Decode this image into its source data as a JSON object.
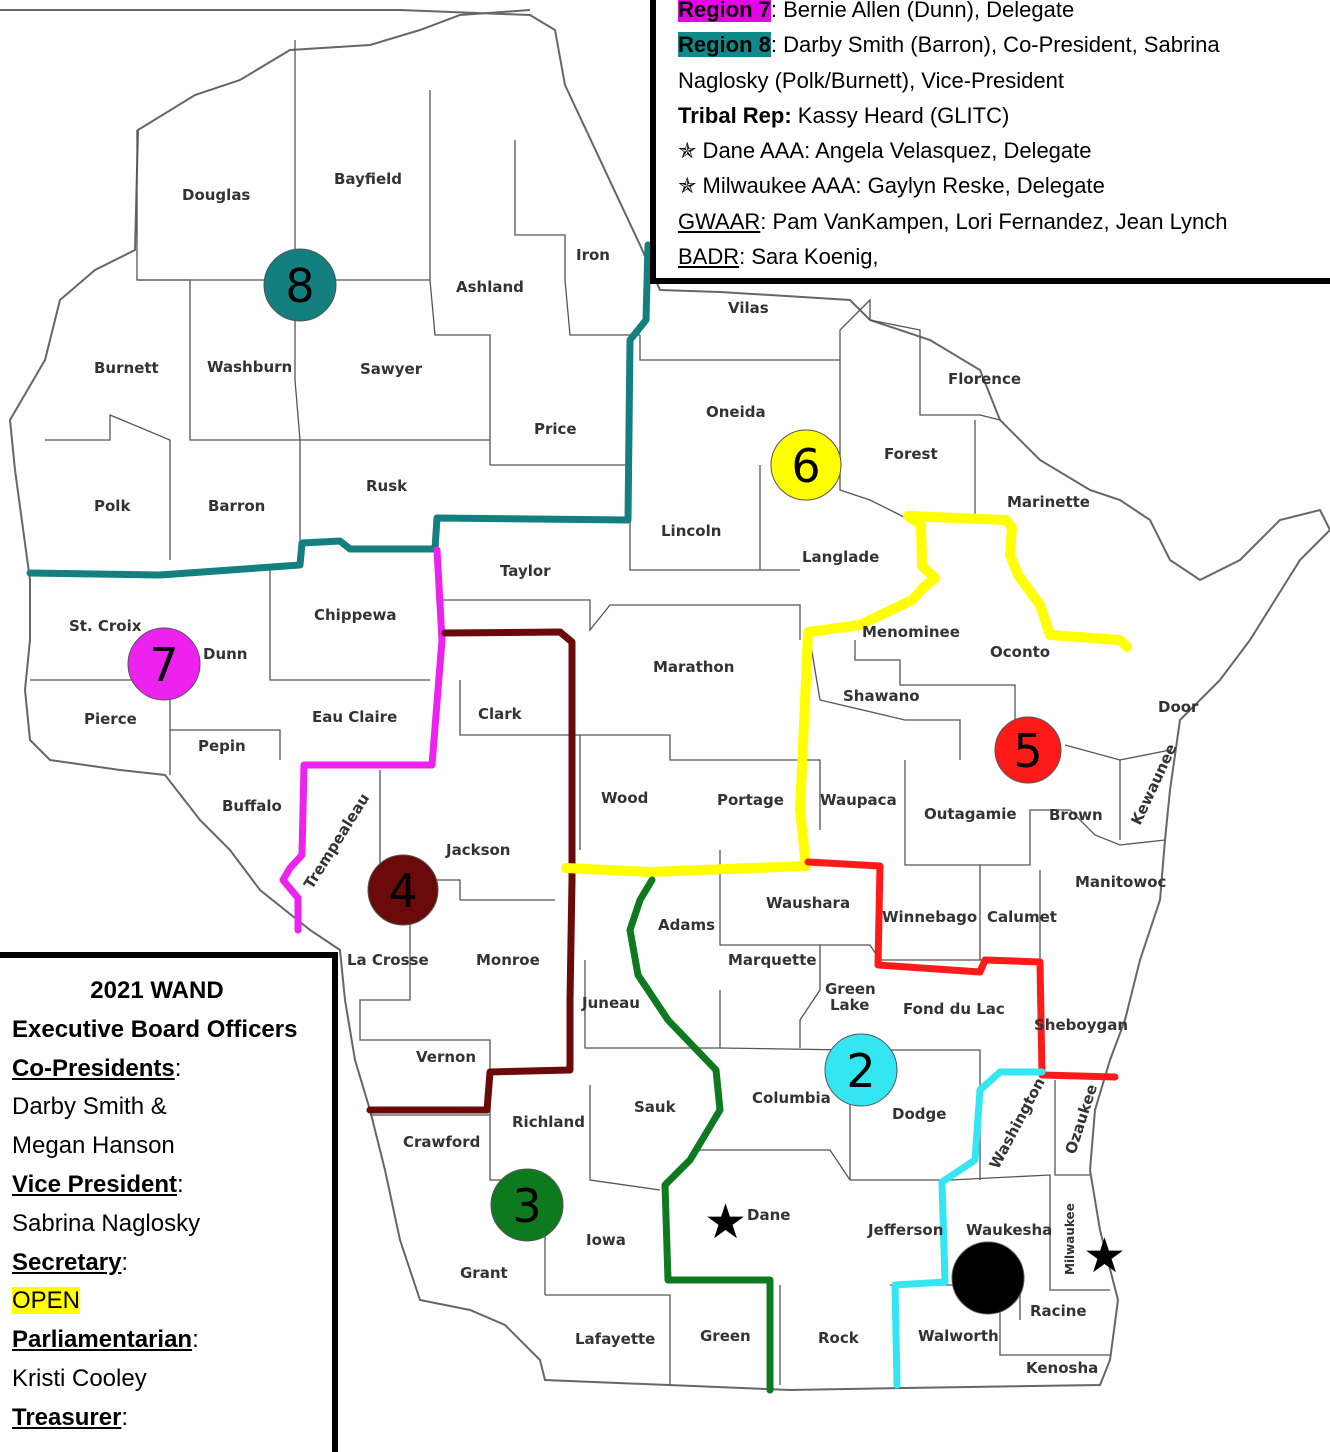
{
  "counties": {
    "douglas": "Douglas",
    "bayfield": "Bayfield",
    "iron": "Iron",
    "ashland": "Ashland",
    "vilas": "Vilas",
    "burnett": "Burnett",
    "washburn": "Washburn",
    "sawyer": "Sawyer",
    "price": "Price",
    "oneida": "Oneida",
    "florence": "Florence",
    "forest": "Forest",
    "polk": "Polk",
    "barron": "Barron",
    "rusk": "Rusk",
    "lincoln": "Lincoln",
    "marinette": "Marinette",
    "taylor": "Taylor",
    "langlade": "Langlade",
    "stcroix": "St. Croix",
    "chippewa": "Chippewa",
    "dunn": "Dunn",
    "menominee": "Menominee",
    "oconto": "Oconto",
    "marathon": "Marathon",
    "pierce": "Pierce",
    "eauclaire": "Eau Claire",
    "clark": "Clark",
    "shawano": "Shawano",
    "door": "Door",
    "pepin": "Pepin",
    "buffalo": "Buffalo",
    "wood": "Wood",
    "portage": "Portage",
    "waupaca": "Waupaca",
    "outagamie": "Outagamie",
    "brown": "Brown",
    "kewaunee": "Kewaunee",
    "trempealeau": "Trempealeau",
    "jackson": "Jackson",
    "manitowoc": "Manitowoc",
    "waushara": "Waushara",
    "adams": "Adams",
    "winnebago": "Winnebago",
    "calumet": "Calumet",
    "lacrosse": "La Crosse",
    "monroe": "Monroe",
    "marquette": "Marquette",
    "greenlake1": "Green",
    "greenlake2": "Lake",
    "juneau": "Juneau",
    "fonddulac": "Fond du Lac",
    "sheboygan": "Sheboygan",
    "vernon": "Vernon",
    "columbia": "Columbia",
    "sauk": "Sauk",
    "dodge": "Dodge",
    "washington": "Washington",
    "ozaukee": "Ozaukee",
    "richland": "Richland",
    "crawford": "Crawford",
    "dane": "Dane",
    "iowa": "Iowa",
    "jefferson": "Jefferson",
    "waukesha": "Waukesha",
    "milwaukee": "Milwaukee",
    "grant": "Grant",
    "racine": "Racine",
    "lafayette": "Lafayette",
    "green": "Green",
    "rock": "Rock",
    "walworth": "Walworth",
    "kenosha": "Kenosha"
  },
  "regions": [
    {
      "id": "1",
      "color": "#000000",
      "text": "#ffffff"
    },
    {
      "id": "2",
      "color": "#33e6f2",
      "text": "#000000"
    },
    {
      "id": "3",
      "color": "#0d7a1f",
      "text": "#ffffff"
    },
    {
      "id": "4",
      "color": "#6b0a0a",
      "text": "#ffffff"
    },
    {
      "id": "5",
      "color": "#ff1a1a",
      "text": "#000000"
    },
    {
      "id": "6",
      "color": "#ffff00",
      "text": "#000000"
    },
    {
      "id": "7",
      "color": "#ee22ee",
      "text": "#ffffff"
    },
    {
      "id": "8",
      "color": "#137f7f",
      "text": "#ffffff"
    }
  ],
  "legend_top": {
    "r7_label": "Region 7",
    "r7_text": ": Bernie Allen (Dunn), Delegate",
    "r8_label": "Region 8",
    "r8_text": ": Darby Smith (Barron), Co-President, Sabrina",
    "r8_text2": "Naglosky (Polk/Burnett), Vice-President",
    "tribal_label": "Tribal Rep:",
    "tribal_text": " Kassy Heard (GLITC)",
    "star": "✯",
    "dane": " Dane AAA: Angela Velasquez, Delegate",
    "milwaukee": " Milwaukee AAA: Gaylyn Reske, Delegate",
    "gwaar_label": "GWAAR",
    "gwaar_text": ": Pam VanKampen, Lori Fernandez, Jean Lynch",
    "badr_label": "BADR",
    "badr_text": ": Sara Koenig,"
  },
  "legend_left": {
    "title1": "2021 WAND",
    "title2": "Executive Board Officers",
    "copres_label": "Co-Presidents",
    "copres_1": "Darby Smith &",
    "copres_2": "Megan Hanson",
    "vp_label": "Vice President",
    "vp_name": "Sabrina Naglosky",
    "sec_label": "Secretary",
    "sec_value": "OPEN",
    "parl_label": "Parliamentarian",
    "parl_name": "Kristi Cooley",
    "treas_label": "Treasurer",
    "colon": ":"
  },
  "map_star": "★"
}
